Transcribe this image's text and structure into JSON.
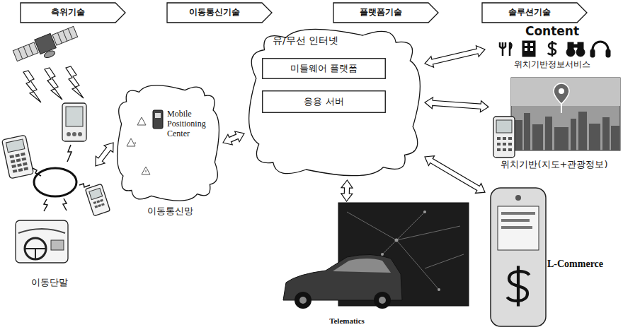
{
  "diagram": {
    "nodes": [
      {
        "text": [
          "측위기술"
        ]
      },
      {
        "text": [
          "이동통신기술"
        ]
      },
      {
        "text": [
          "플랫폼기술"
        ]
      },
      {
        "text": [
          "솔루션기술"
        ]
      },
      {
        "text": [
          "이동단말"
        ]
      },
      {
        "text": [
          "Mobile Positioning Center",
          "이동통신망"
        ]
      },
      {
        "text": [
          "유/무선 인터넷"
        ]
      },
      {
        "text": [
          "미들웨어 플랫폼"
        ],
        "in": 6
      },
      {
        "text": [
          "응용 서버"
        ],
        "in": 6
      },
      {
        "text": [
          "Content",
          "위치기반정보서비스"
        ]
      },
      {
        "text": [
          "위치기반(지도+관광정보)"
        ]
      },
      {
        "text": [
          "L-Commerce"
        ]
      },
      {
        "text": [
          "Telematics"
        ]
      }
    ],
    "edges": [
      {
        "from": 4,
        "to": 5,
        "arrow": "both"
      },
      {
        "from": 5,
        "to": 6,
        "arrow": "both"
      },
      {
        "from": 6,
        "to": 9,
        "arrow": "both"
      },
      {
        "from": 6,
        "to": 10,
        "arrow": "both"
      },
      {
        "from": 6,
        "to": 12,
        "arrow": "both"
      },
      {
        "from": 6,
        "to": 11,
        "arrow": "both"
      }
    ]
  }
}
